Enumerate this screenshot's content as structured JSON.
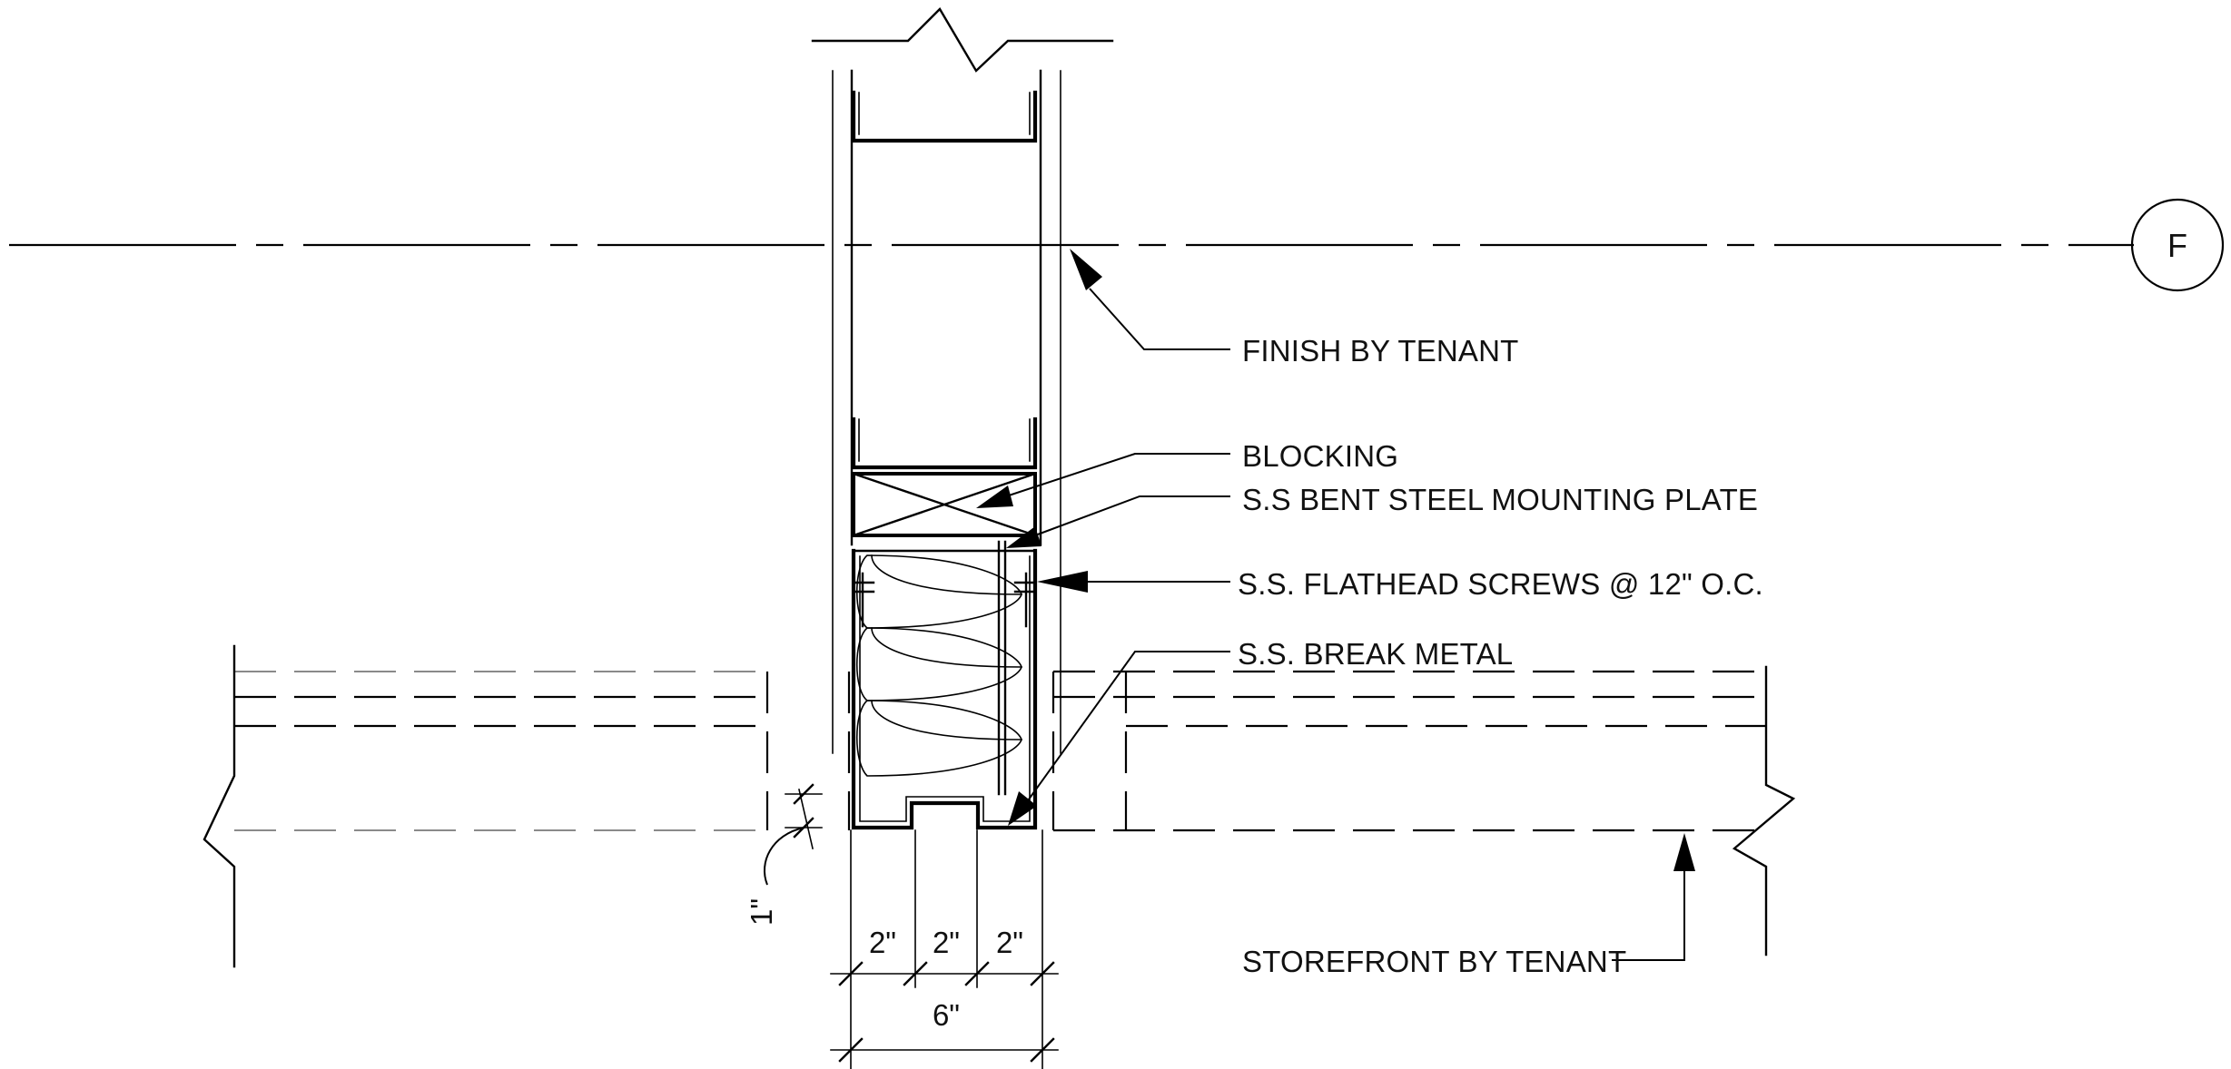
{
  "grid_bubble": {
    "label": "F"
  },
  "notes": {
    "finish": "FINISH BY TENANT",
    "blocking": "BLOCKING",
    "mounting_plate": "S.S BENT STEEL MOUNTING PLATE",
    "screws": "S.S. FLATHEAD SCREWS @ 12\" O.C.",
    "break_metal": "S.S. BREAK METAL",
    "storefront": "STOREFRONT BY TENANT"
  },
  "dimensions": {
    "seg1": "2\"",
    "seg2": "2\"",
    "seg3": "2\"",
    "overall": "6\"",
    "offset": "1\""
  }
}
